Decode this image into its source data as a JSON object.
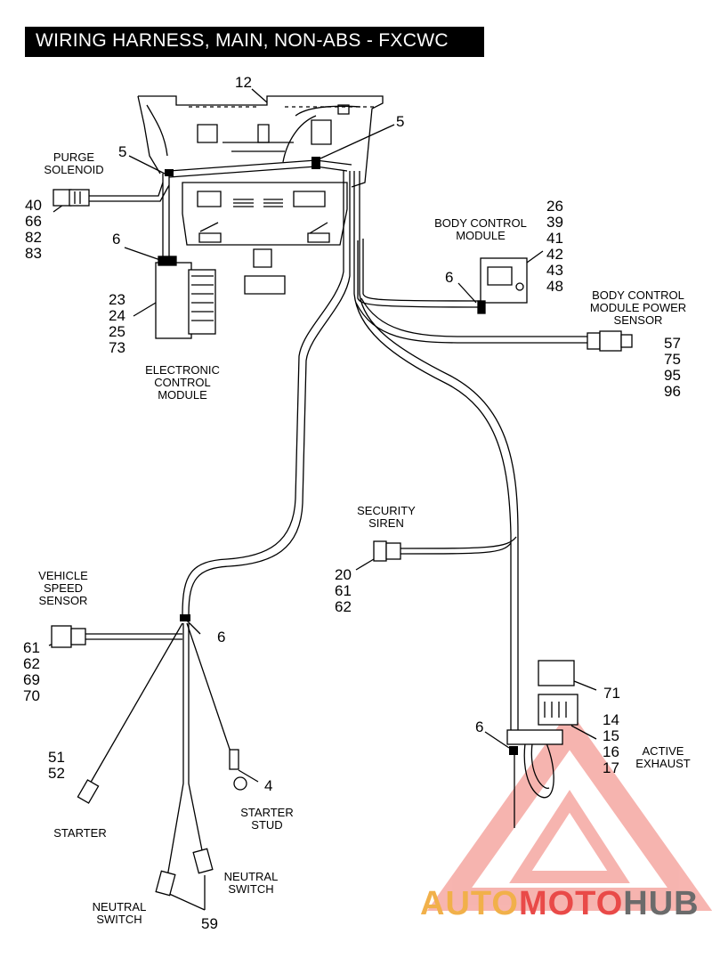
{
  "title": "WIRING HARNESS, MAIN, NON-ABS - FXCWC",
  "components": {
    "purge_solenoid": "PURGE\nSOLENOID",
    "body_control_module": "BODY CONTROL\nMODULE",
    "bcm_power_sensor": "BODY CONTROL\nMODULE POWER\nSENSOR",
    "ecm": "ELECTRONIC\nCONTROL\nMODULE",
    "security_siren": "SECURITY\nSIREN",
    "vehicle_speed_sensor": "VEHICLE\nSPEED\nSENSOR",
    "starter": "STARTER",
    "starter_stud": "STARTER\nSTUD",
    "neutral_switch_right": "NEUTRAL\nSWITCH",
    "neutral_switch_left": "NEUTRAL\nSWITCH",
    "active_exhaust": "ACTIVE\nEXHAUST"
  },
  "callouts": {
    "c12": "12",
    "c5_left": "5",
    "c5_right": "5",
    "purge_nums": "40\n66\n82\n83",
    "c6_ecm": "6",
    "ecm_nums": "23\n24\n25\n73",
    "bcm_nums": "26\n39\n41\n42\n43\n48",
    "c6_bcm": "6",
    "bcm_sensor_nums": "57\n75\n95\n96",
    "siren_nums": "20\n61\n62",
    "c6_speed": "6",
    "speed_nums": "61\n62\n69\n70",
    "starter_nums": "51\n52",
    "c4": "4",
    "c59": "59",
    "c71": "71",
    "c6_exhaust": "6",
    "exhaust_nums": "14\n15\n16\n17"
  },
  "watermark": {
    "part1": "AUTO",
    "part2": "MOTO",
    "part3": "HUB",
    "color1": "#f1b04a",
    "color2": "#e94a48",
    "color3": "#6b6b6b"
  }
}
